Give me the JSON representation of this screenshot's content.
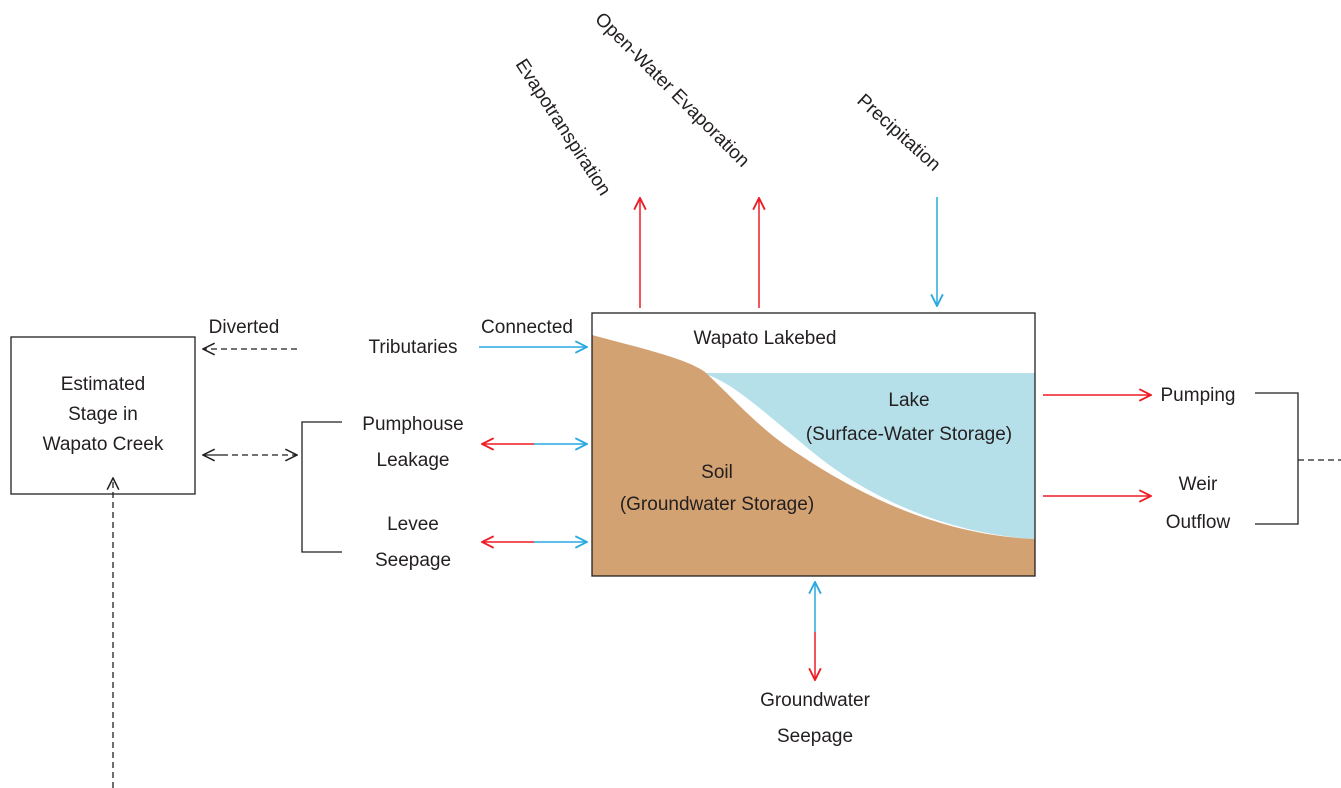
{
  "colors": {
    "inflow": "#29a9df",
    "outflow": "#ed1c24",
    "soil": "#d2a273",
    "lake": "#b5dfe9",
    "neutral": "#231f20"
  },
  "labels": {
    "evapotranspiration": "Evapotranspiration",
    "open_water_evaporation": "Open-Water Evaporation",
    "precipitation": "Precipitation",
    "diverted": "Diverted",
    "connected": "Connected",
    "tributaries": "Tributaries",
    "estimated_stage": [
      "Estimated",
      "Stage in",
      "Wapato Creek"
    ],
    "pumphouse_leakage": [
      "Pumphouse",
      "Leakage"
    ],
    "levee_seepage": [
      "Levee",
      "Seepage"
    ],
    "wapato_lakebed": "Wapato Lakebed",
    "lake": [
      "Lake",
      "(Surface-Water Storage)"
    ],
    "soil": [
      "Soil",
      "(Groundwater Storage)"
    ],
    "pumping": "Pumping",
    "weir_outflow": [
      "Weir",
      "Outflow"
    ],
    "groundwater_seepage": [
      "Groundwater",
      "Seepage"
    ]
  }
}
